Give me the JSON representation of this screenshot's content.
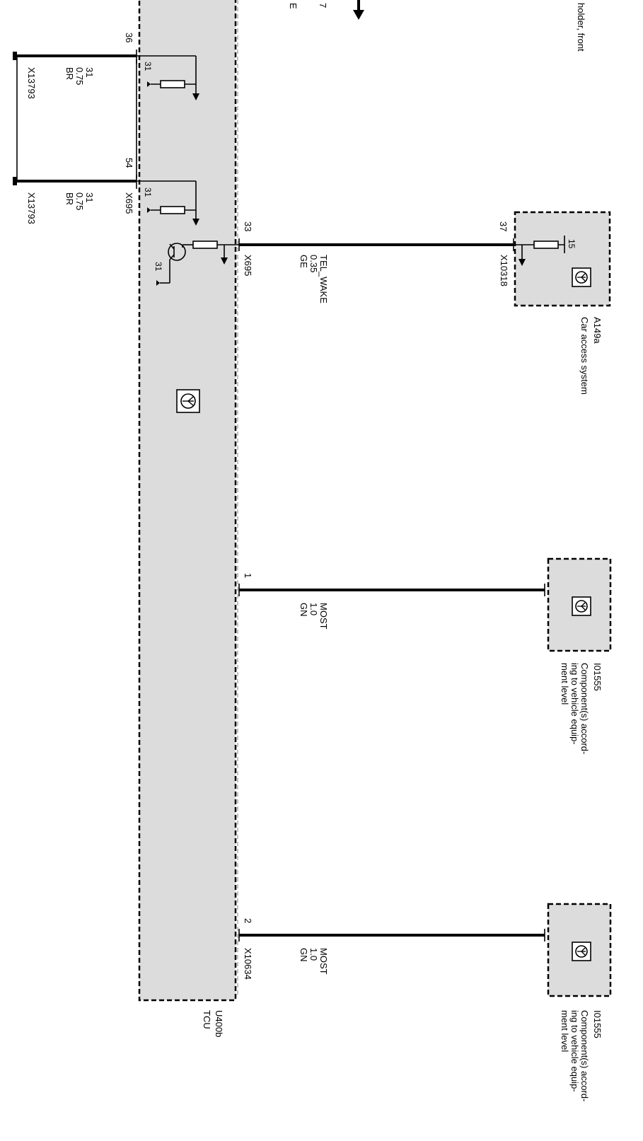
{
  "top_fragment": {
    "label_7": "7",
    "label_e": "E"
  },
  "rear_holder": {
    "text": "holder, front"
  },
  "tcu": {
    "code": "U400b",
    "name": "TCU"
  },
  "ground_loop": {
    "pin_a": "36",
    "pin_b": "54",
    "ground_a": "31",
    "ground_b": "31",
    "conn": "X695",
    "wire_a": {
      "signal": "31",
      "gauge": "0.75",
      "color": "BR",
      "connector": "X13793"
    },
    "wire_b": {
      "signal": "31",
      "gauge": "0.75",
      "color": "BR",
      "connector": "X13793"
    }
  },
  "tel_wake": {
    "pin_tcu": "33",
    "conn_tcu": "X695",
    "signal": "TEL_WAKE",
    "gauge": "0.35",
    "color": "GE",
    "pin_remote": "37",
    "conn_remote": "X10318",
    "transistor_ground": "31"
  },
  "car_access": {
    "code": "A149a",
    "name": "Car access system",
    "supply": "15"
  },
  "most1": {
    "pin": "1",
    "signal": "MOST",
    "gauge": "1.0",
    "color": "GN",
    "comp_code": "I01555",
    "comp_line1": "Component(s) accord-",
    "comp_line2": "ing to vehicle equip-",
    "comp_line3": "ment level"
  },
  "most2": {
    "pin": "2",
    "conn": "X10634",
    "signal": "MOST",
    "gauge": "1.0",
    "color": "GN",
    "comp_code": "I01555",
    "comp_line1": "Component(s) accord-",
    "comp_line2": "ing to vehicle equip-",
    "comp_line3": "ment level"
  }
}
